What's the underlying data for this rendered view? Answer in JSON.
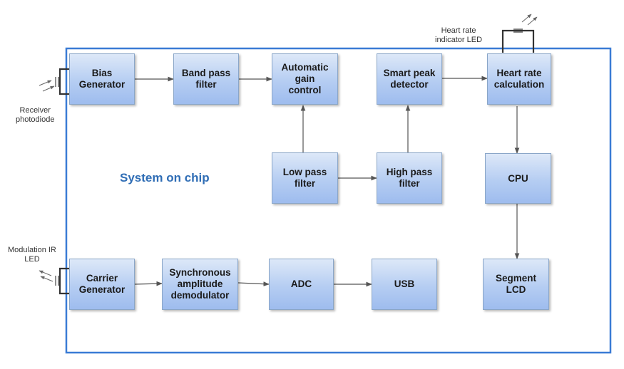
{
  "system_label": "System on chip",
  "colors": {
    "chip_border": "#3a7bd5",
    "block_fill_top": "#dde8f8",
    "block_fill_bottom": "#9ebcee",
    "arrow": "#555555",
    "system_label": "#2f6db5"
  },
  "blocks": {
    "bias_generator": "Bias\nGenerator",
    "band_pass_filter": "Band pass\nfilter",
    "automatic_gain_control": "Automatic\ngain\ncontrol",
    "smart_peak_detector": "Smart peak\ndetector",
    "heart_rate_calculation": "Heart rate\ncalculation",
    "low_pass_filter": "Low pass\nfilter",
    "high_pass_filter": "High pass\nfilter",
    "cpu": "CPU",
    "carrier_generator": "Carrier\nGenerator",
    "synchronous_amplitude_demodulator": "Synchronous\namplitude\ndemodulator",
    "adc": "ADC",
    "usb": "USB",
    "segment_lcd": "Segment\nLCD"
  },
  "external": {
    "receiver_photodiode": "Receiver\nphotodiode",
    "modulation_ir_led": "Modulation IR\nLED",
    "heart_rate_indicator_led": "Heart  rate\nindicator LED"
  }
}
